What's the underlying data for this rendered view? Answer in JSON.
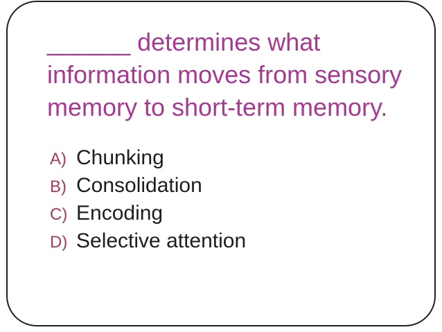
{
  "slide": {
    "title": {
      "line1": "______ determines what",
      "line2": "information moves from sensory",
      "line3": "memory to short-term memory."
    },
    "options": [
      {
        "label": "A)",
        "text": "Chunking"
      },
      {
        "label": "B)",
        "text": "Consolidation"
      },
      {
        "label": "C)",
        "text": "Encoding"
      },
      {
        "label": "D)",
        "text": "Selective attention"
      }
    ],
    "colors": {
      "title_text": "#a53a92",
      "option_label": "#a43b57",
      "option_text": "#1d1d1d",
      "border": "#1f1f1f",
      "background": "#ffffff"
    }
  }
}
